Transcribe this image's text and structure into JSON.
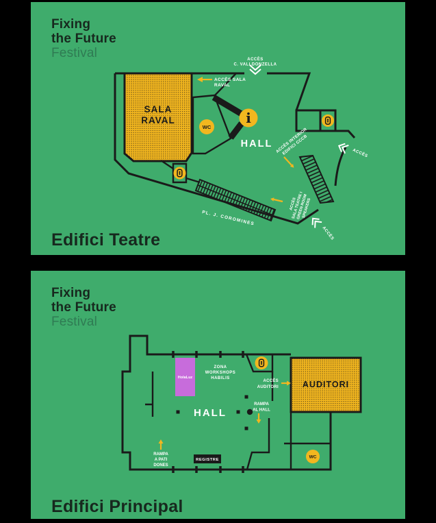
{
  "colors": {
    "background": "#000000",
    "panel_green": "#3fac6c",
    "accent_yellow": "#f2b71f",
    "wall_black": "#1a1a1a",
    "purple": "#c76cdb",
    "text_dark": "#17281e",
    "text_muted": "#2f7b53",
    "white": "#ffffff"
  },
  "teatre": {
    "header": {
      "brand_line1": "Fixing",
      "brand_line2": "the Future",
      "brand_line3": "Festival"
    },
    "title": "Edifici Teatre",
    "icons": [
      "wc-icon",
      "info-icon",
      "elevator-icon",
      "elevator-icon",
      "chevron-left-icon",
      "chevron-left-icon",
      "chevron-down-icon"
    ],
    "labels": {
      "acces_valldonzella_1": "ACCÈS",
      "acces_valldonzella_2": "C. VALLDONZELLA",
      "acces_sala_raval_1": "ACCÈS SALA",
      "acces_sala_raval_2": "RAVAL",
      "sala_raval_1": "SALA",
      "sala_raval_2": "RAVAL",
      "hall": "HALL",
      "wc": "WC",
      "info": "i",
      "acces_interior_1": "ACCÈS INTERIOR",
      "acces_interior_2": "EDIFICI CCCB",
      "acces_right": "ACCÈS",
      "acces_teatre_1": "ACCÈS",
      "acces_teatre_2": "SALA TEATRE I",
      "acces_teatre_3": "GREEN ROOM",
      "acces_teatre_4": "SPEAKERS",
      "acces_bottom": "ACCÈS",
      "street": "PL. J. COROMINES"
    }
  },
  "principal": {
    "header": {
      "brand_line1": "Fixing",
      "brand_line2": "the Future",
      "brand_line3": "Festival"
    },
    "title": "Edifici Principal",
    "icons": [
      "elevator-icon",
      "wc-icon"
    ],
    "labels": {
      "holaluz": "HolaLuz",
      "zona_1": "ZONA",
      "zona_2": "WORKSHOPS",
      "zona_3": "HABILIS",
      "acces_auditori_1": "ACCÈS",
      "acces_auditori_2": "AUDITORI",
      "auditori": "AUDITORI",
      "rampa_hall_1": "RAMPA",
      "rampa_hall_2": "AL HALL",
      "hall": "HALL",
      "rampa_pati_1": "RAMPA",
      "rampa_pati_2": "A PATI",
      "rampa_pati_3": "DONES",
      "registre": "REGISTRE",
      "wc": "WC"
    }
  }
}
